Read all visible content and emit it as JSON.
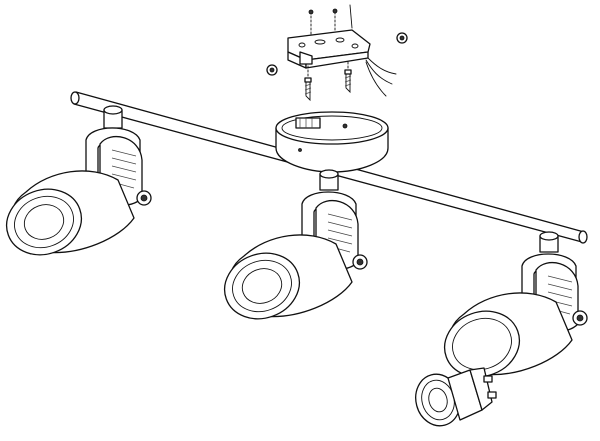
{
  "diagram": {
    "components": [
      {
        "id": "mounting-bracket",
        "icon": "bracket-plate"
      },
      {
        "id": "ceiling-canopy",
        "icon": "round-canopy"
      },
      {
        "id": "track-bar",
        "icon": "tube-bar"
      },
      {
        "id": "spotlight-left",
        "icon": "spot-head"
      },
      {
        "id": "spotlight-middle",
        "icon": "spot-head"
      },
      {
        "id": "spotlight-right",
        "icon": "spot-head"
      },
      {
        "id": "bulb",
        "icon": "gu10-bulb"
      }
    ],
    "colors": {
      "line": "#111111",
      "fill": "#ffffff",
      "shade": "#e6e6e6"
    }
  }
}
